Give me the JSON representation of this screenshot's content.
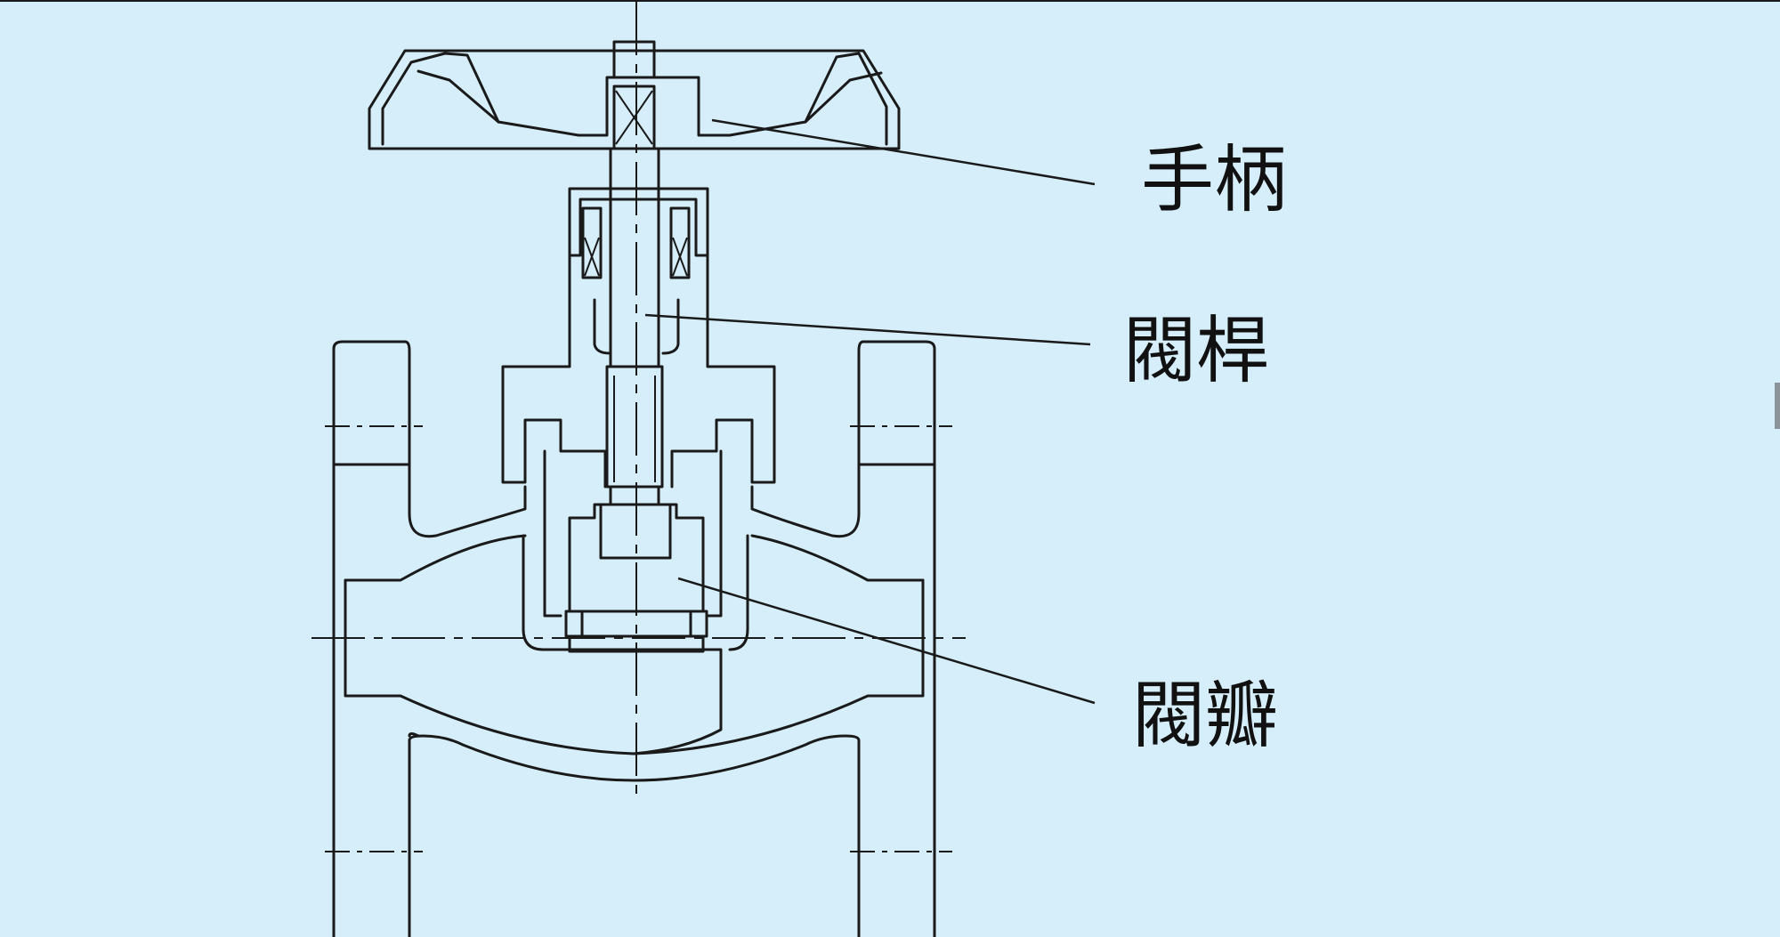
{
  "labels": {
    "handle": "手柄",
    "stem": "閥桿",
    "disc": "閥瓣"
  },
  "colors": {
    "background": "#d6eef9",
    "line": "#1a1a1a"
  }
}
